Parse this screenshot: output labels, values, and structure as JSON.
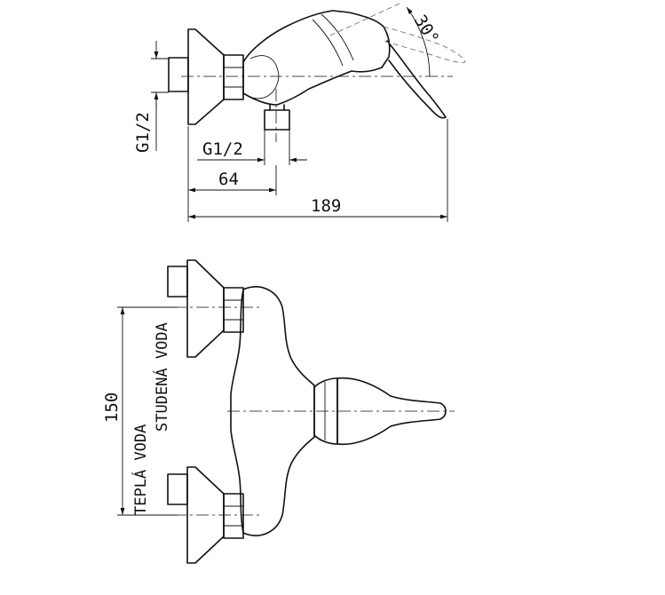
{
  "dimensions": {
    "angle": "30°",
    "thread_wall": "G1/2",
    "thread_outlet": "G1/2",
    "depth_inlet": "64",
    "total_depth": "189",
    "spacing": "150"
  },
  "labels": {
    "cold_water": "STUDENÁ VODA",
    "hot_water": "TEPLÁ VODA"
  }
}
